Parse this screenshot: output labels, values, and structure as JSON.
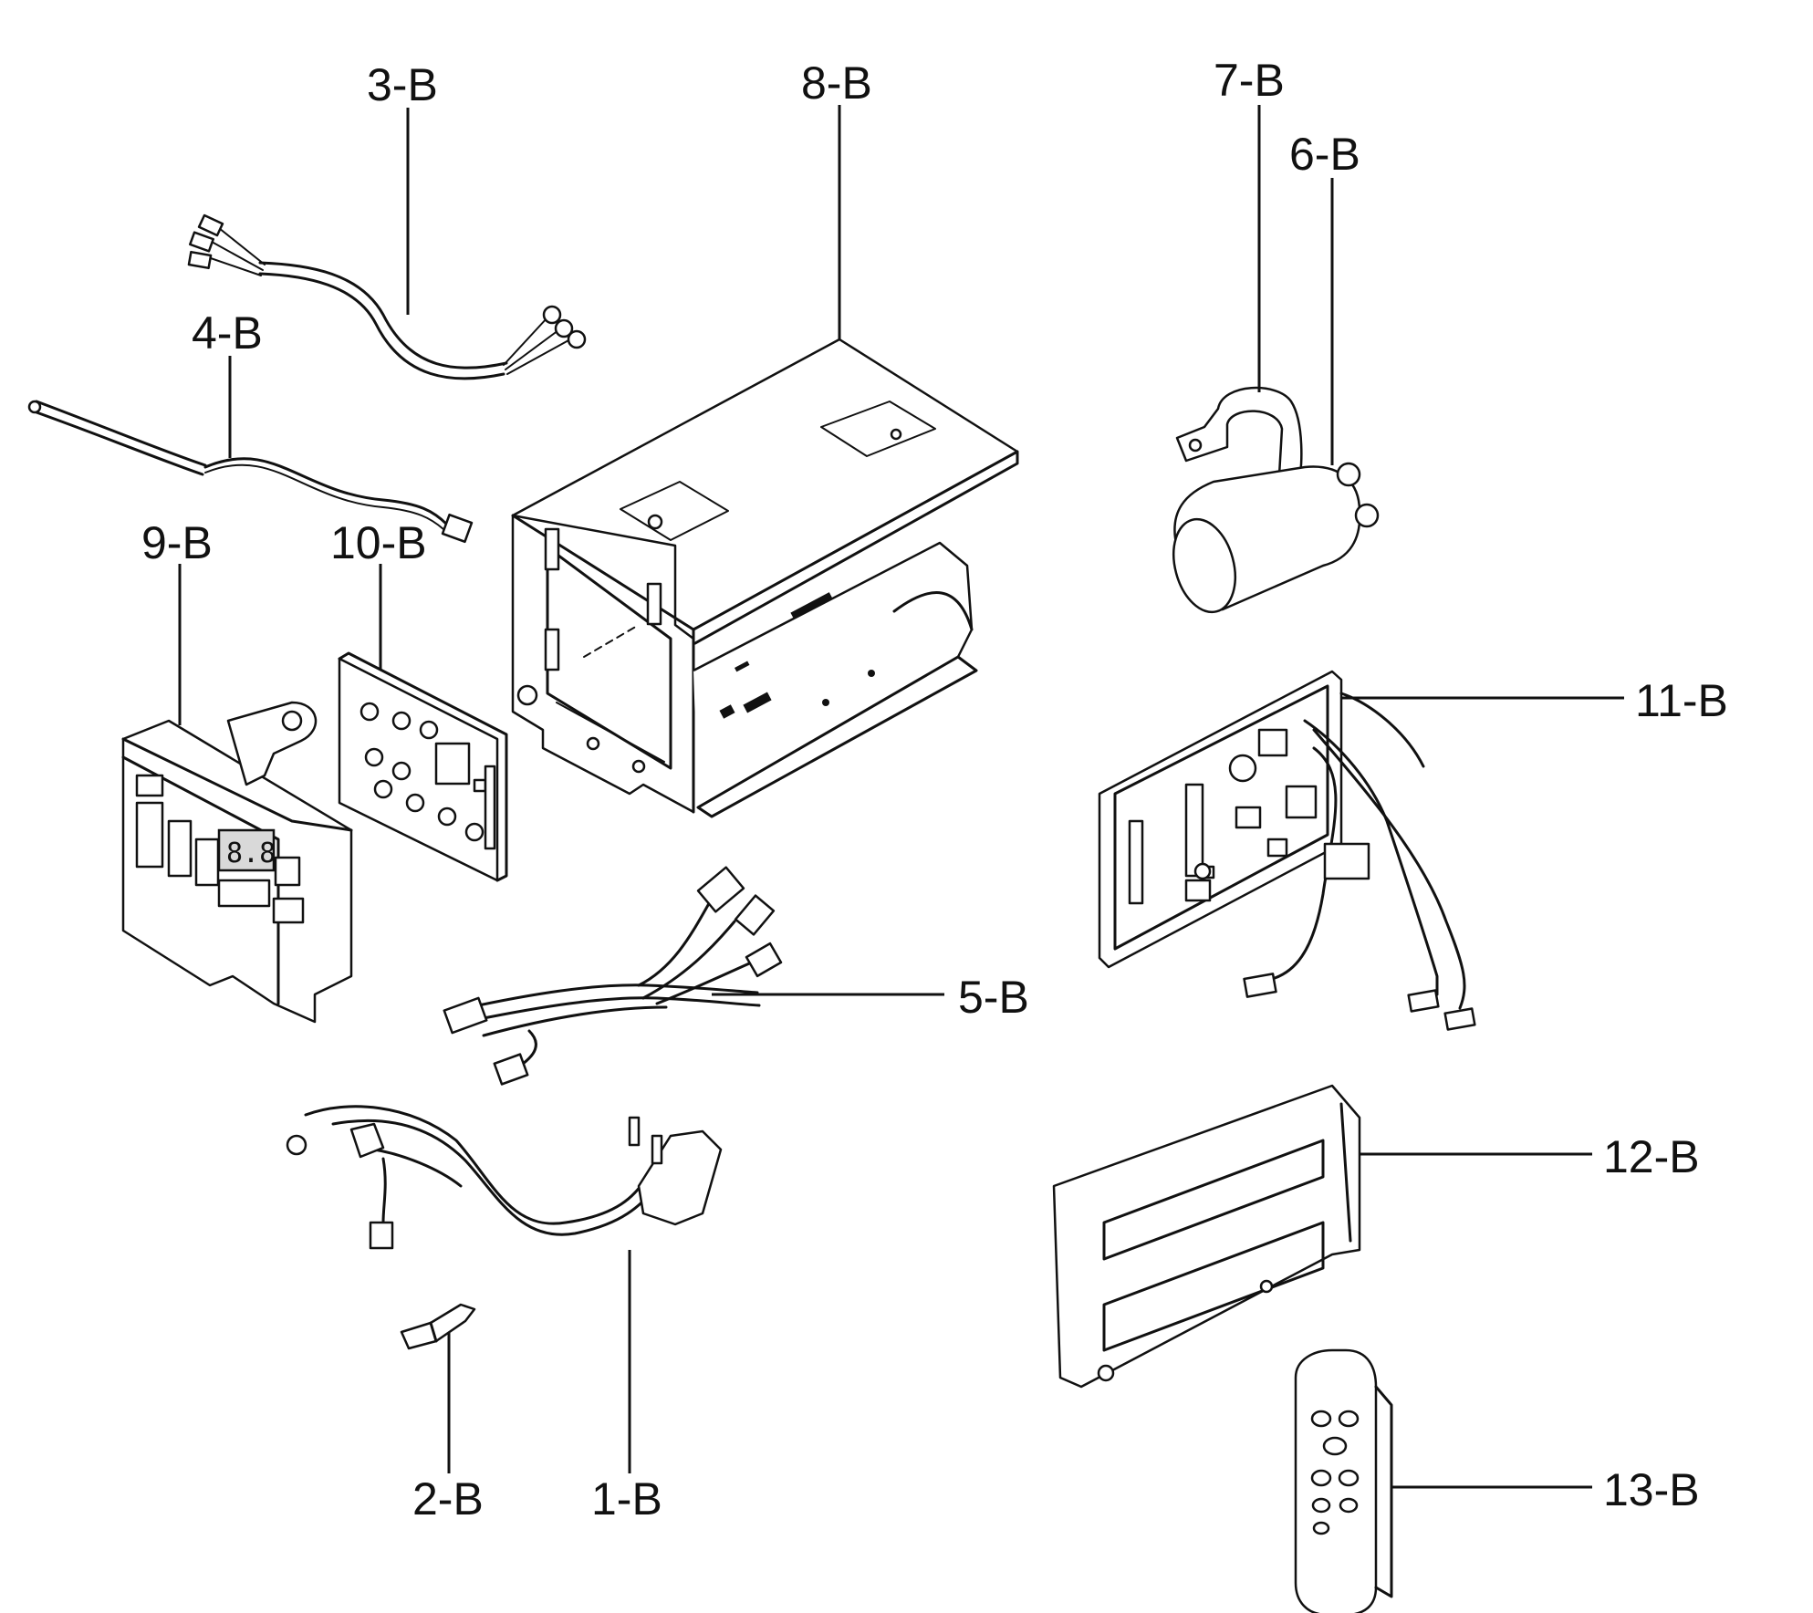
{
  "parts": [
    {
      "id": "part-1",
      "label": "1-B"
    },
    {
      "id": "part-2",
      "label": "2-B"
    },
    {
      "id": "part-3",
      "label": "3-B"
    },
    {
      "id": "part-4",
      "label": "4-B"
    },
    {
      "id": "part-5",
      "label": "5-B"
    },
    {
      "id": "part-6",
      "label": "6-B"
    },
    {
      "id": "part-7",
      "label": "7-B"
    },
    {
      "id": "part-8",
      "label": "8-B"
    },
    {
      "id": "part-9",
      "label": "9-B"
    },
    {
      "id": "part-10",
      "label": "10-B"
    },
    {
      "id": "part-11",
      "label": "11-B"
    },
    {
      "id": "part-12",
      "label": "12-B"
    },
    {
      "id": "part-13",
      "label": "13-B"
    }
  ]
}
